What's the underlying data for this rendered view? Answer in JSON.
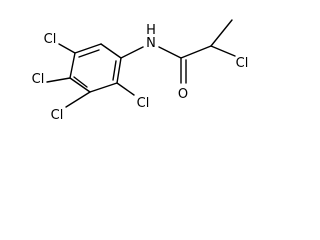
{
  "molecule": {
    "atoms": [
      {
        "id": "cl_top",
        "label": "Cl"
      },
      {
        "id": "cl_left_mid",
        "label": "Cl"
      },
      {
        "id": "cl_bottom_left",
        "label": "Cl"
      },
      {
        "id": "cl_ring_right",
        "label": "Cl"
      },
      {
        "id": "nh",
        "label": "N"
      },
      {
        "id": "h_on_n",
        "label": "H"
      },
      {
        "id": "cl_alpha",
        "label": "Cl"
      },
      {
        "id": "carbonyl_o",
        "label": "O"
      }
    ],
    "colors": {
      "bond": "#000000",
      "label": "#000000",
      "background": "#ffffff"
    }
  }
}
